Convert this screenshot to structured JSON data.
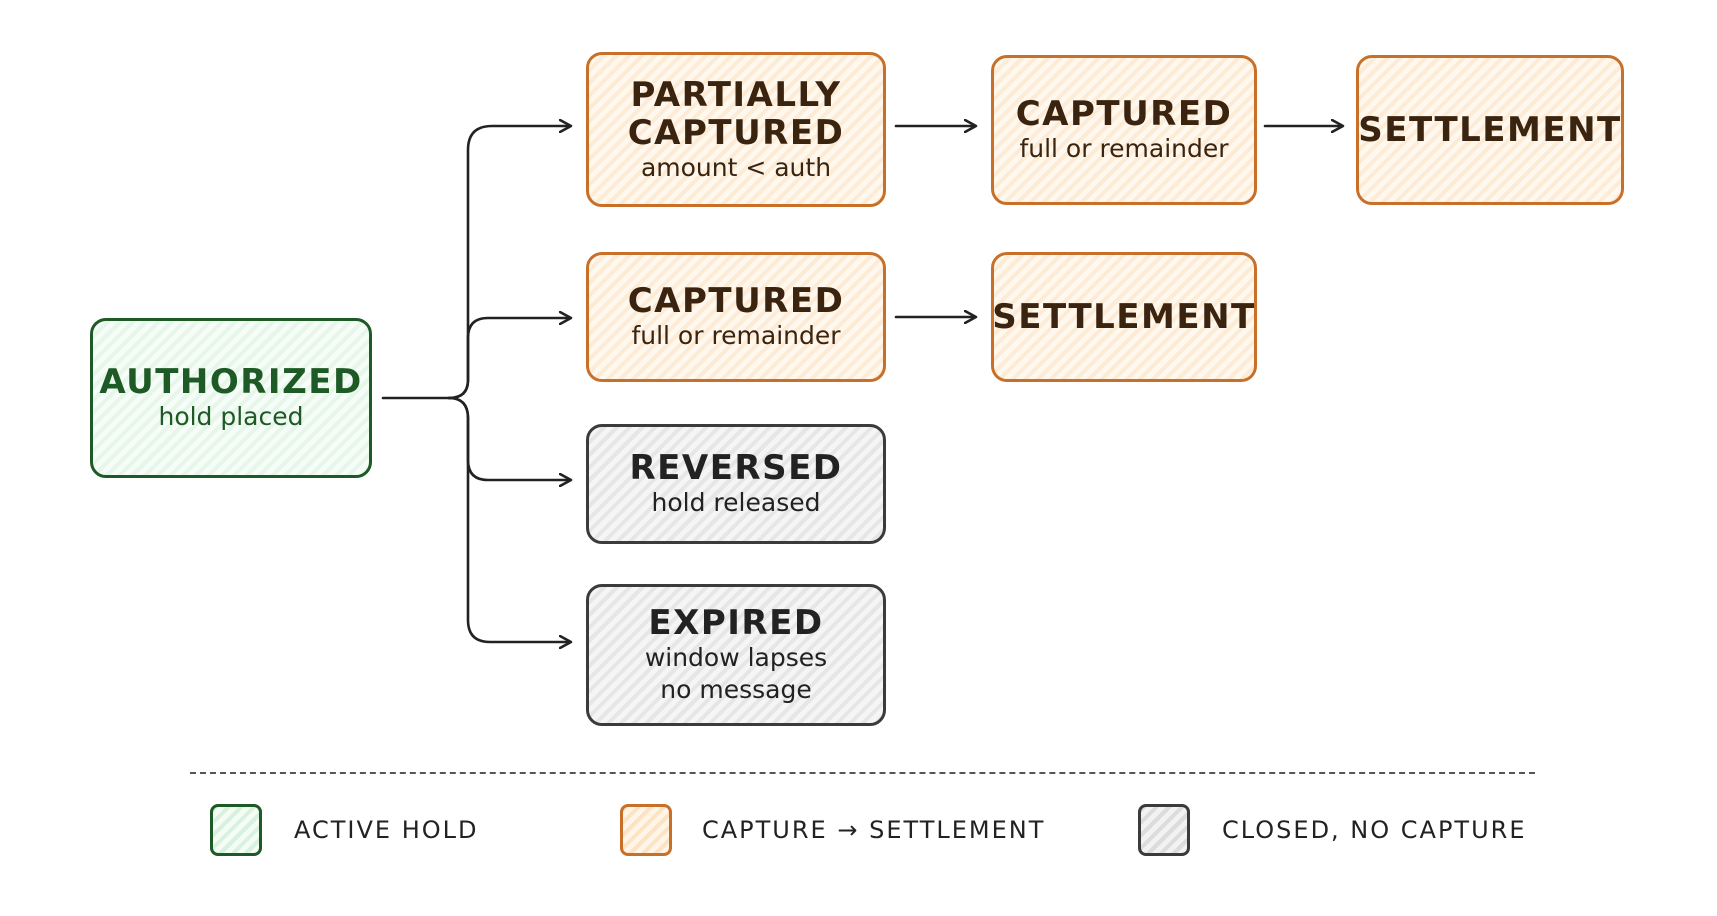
{
  "nodes": {
    "authorized": {
      "title": "AUTHORIZED",
      "sub": "hold placed"
    },
    "partially_captured": {
      "title_line1": "PARTIALLY",
      "title_line2": "CAPTURED",
      "sub": "amount < auth"
    },
    "captured_top": {
      "title": "CAPTURED",
      "sub": "full or remainder"
    },
    "settlement_top": {
      "title": "SETTLEMENT"
    },
    "captured_mid": {
      "title": "CAPTURED",
      "sub": "full or remainder"
    },
    "settlement_mid": {
      "title": "SETTLEMENT"
    },
    "reversed": {
      "title": "REVERSED",
      "sub": "hold released"
    },
    "expired": {
      "title": "EXPIRED",
      "sub_line1": "window lapses",
      "sub_line2": "no message"
    }
  },
  "legend": {
    "active_hold": "ACTIVE HOLD",
    "capture_settlement": "CAPTURE → SETTLEMENT",
    "closed_no_capture": "CLOSED, NO CAPTURE"
  },
  "colors": {
    "green": "#1e5a25",
    "orange": "#c8702a",
    "gray": "#3b3b3b"
  }
}
